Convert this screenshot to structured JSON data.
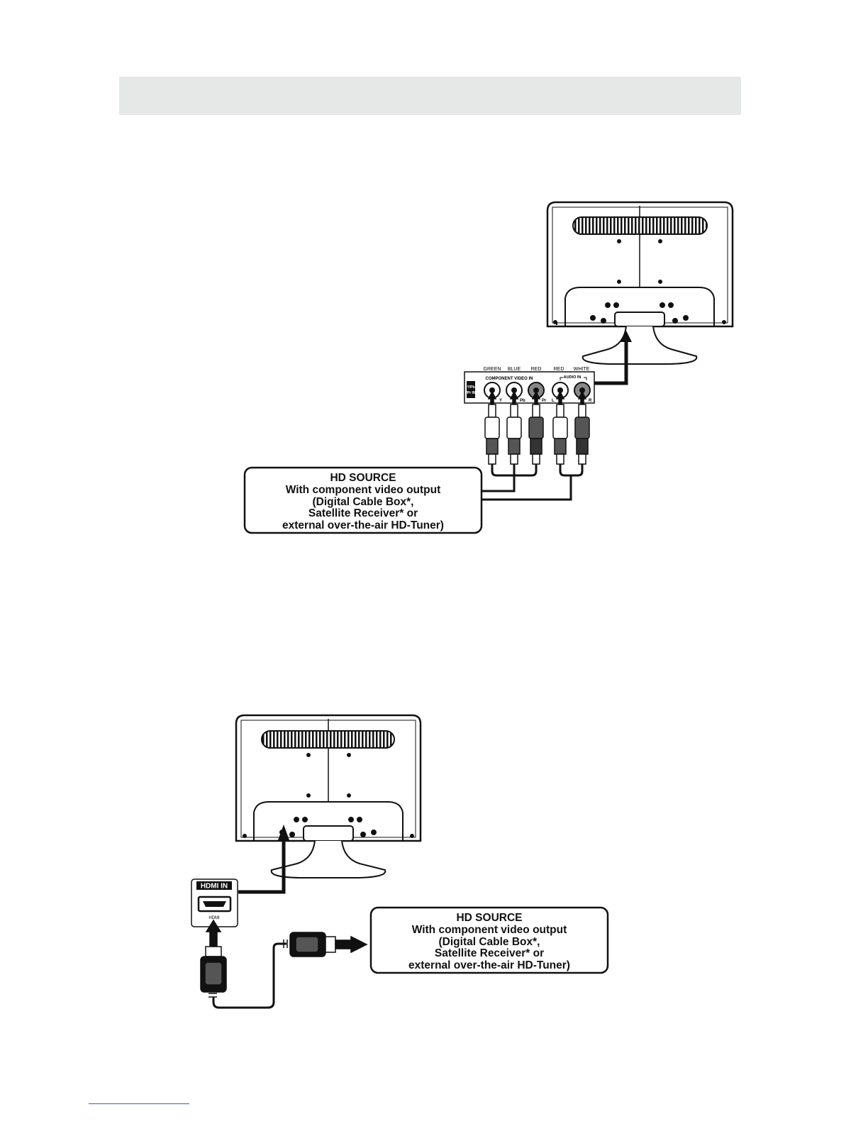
{
  "diagram1": {
    "colors": [
      "GREEN",
      "BLUE",
      "RED",
      "RED",
      "WHITE"
    ],
    "ypbpr_label": "Y/Pb/Pr IN",
    "component_label": "COMPONENT VIDEO IN",
    "audio_label": "AUDIO IN",
    "jack_labels": [
      "Y",
      "Pb",
      "Pr",
      "L",
      "R"
    ],
    "source_box": {
      "line1": "HD SOURCE",
      "line2": "With component video output",
      "line3": "(Digital Cable Box*,",
      "line4": "Satellite Receiver* or",
      "line5": "external over-the-air HD-Tuner)"
    }
  },
  "diagram2": {
    "hdmi_in_label": "HDMI IN",
    "hdmi_port_label": "HDMI",
    "source_box": {
      "line1": "HD SOURCE",
      "line2": "With component video output",
      "line3": "(Digital Cable Box*,",
      "line4": "Satellite Receiver* or",
      "line5": "external over-the-air HD-Tuner)"
    }
  }
}
